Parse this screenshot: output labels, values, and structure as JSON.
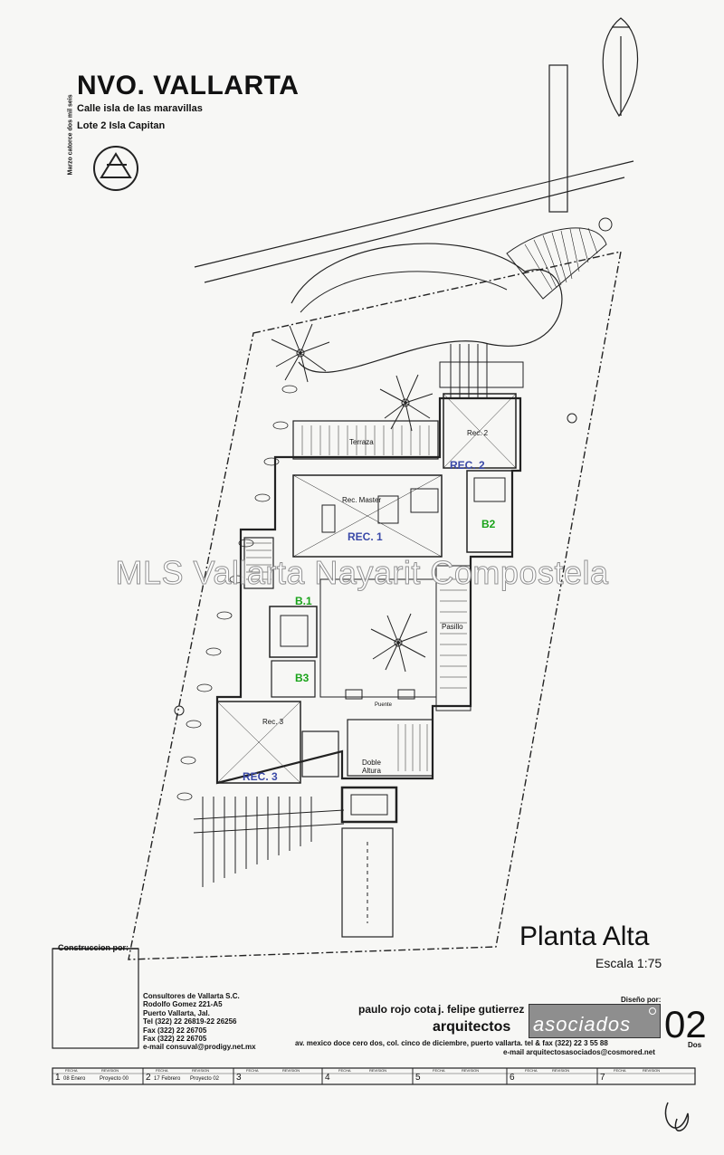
{
  "header": {
    "title": "NVO. VALLARTA",
    "street": "Calle isla de las maravillas",
    "lot": "Lote 2  Isla Capitan",
    "vertical_date": "Marzo catorce dos mil seis"
  },
  "rooms": {
    "rec1": "REC. 1",
    "rec2": "REC. 2",
    "rec3": "REC. 3",
    "b1": "B.1",
    "b2": "B2",
    "b3": "B3",
    "rec_master": "Rec. Master",
    "terraza": "Terraza",
    "pasillo": "Pasillo",
    "doble_altura": "Doble Altura",
    "rec_2_small": "Rec. 2",
    "rec_3_small": "Rec. 3",
    "puente": "Puente"
  },
  "watermark": "MLS Vallarta Nayarit Compostela",
  "sheet": {
    "planta": "Planta Alta",
    "escala": "Escala 1:75",
    "construccion_label": "Construccion por:",
    "consultores": [
      "Consultores de Vallarta S.C.",
      "Rodolfo Gomez 221-A5",
      "Puerto Vallarta, Jal.",
      "Tel (322) 22 26819-22 26256",
      "Fax (322) 22 26705",
      "Fax (322) 22 26705",
      "e-mail consuval@prodigy.net.mx"
    ],
    "architect1": "paulo rojo cota",
    "architect2": "j. felipe gutierrez",
    "arquitectos": "arquitectos",
    "asociados": "asociados",
    "diseno_por": "Diseño por:",
    "sheet_number": "02",
    "sheet_word": "Dos",
    "address": "av. mexico doce cero dos, col. cinco de diciembre, puerto vallarta. tel & fax (322) 22 3 55 88",
    "email": "e-mail arquitectosasociados@cosmored.net"
  },
  "revisions": {
    "header_fecha": "FECHA",
    "header_revision": "REVISION",
    "slots": [
      {
        "num": "1",
        "fecha": "08 Enero",
        "revision": "Proyecto 00"
      },
      {
        "num": "2",
        "fecha": "17 Febrero",
        "revision": "Proyecto 02"
      },
      {
        "num": "3",
        "fecha": "",
        "revision": ""
      },
      {
        "num": "4",
        "fecha": "",
        "revision": ""
      },
      {
        "num": "5",
        "fecha": "",
        "revision": ""
      },
      {
        "num": "6",
        "fecha": "",
        "revision": ""
      },
      {
        "num": "7",
        "fecha": "",
        "revision": ""
      }
    ]
  },
  "colors": {
    "blue_labels": "#3a49a8",
    "green_labels": "#1aa31a",
    "line": "#222222"
  }
}
